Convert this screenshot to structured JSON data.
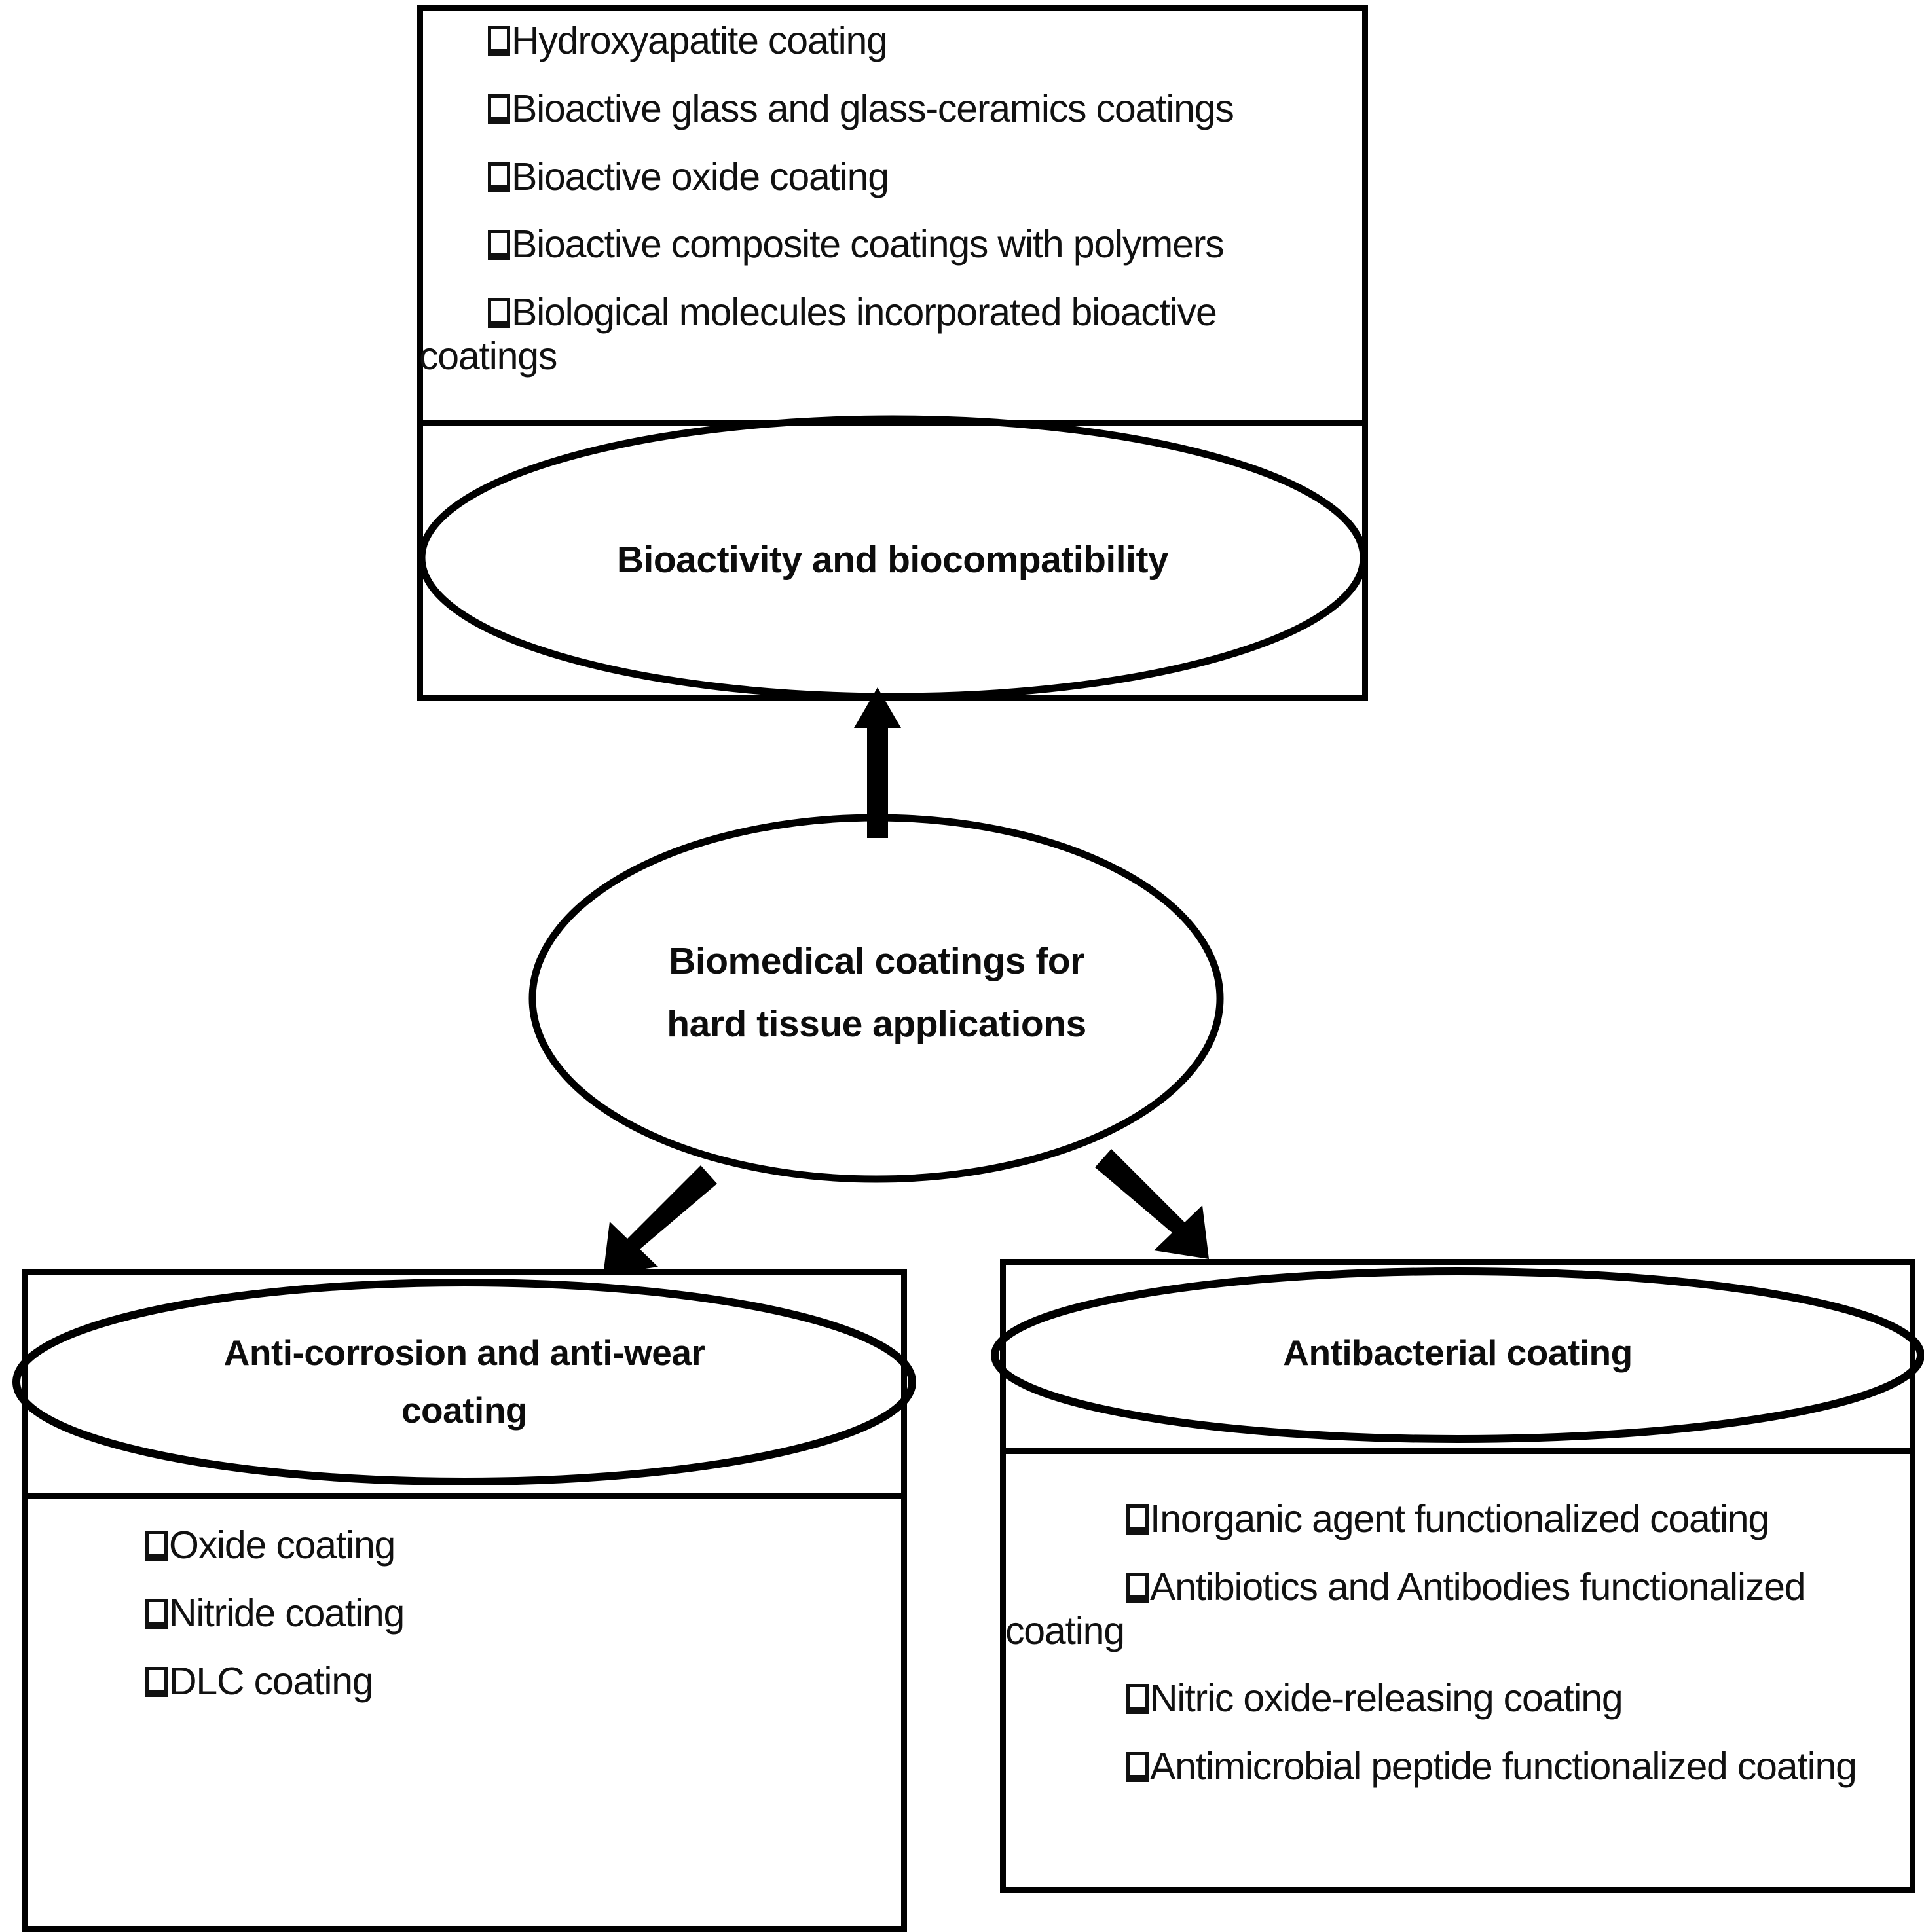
{
  "diagram": {
    "title": "Biomedical coatings for hard tissue applications",
    "center_node": {
      "label_line1": "Biomedical coatings for",
      "label_line2": "hard tissue applications"
    },
    "top_node": {
      "ellipse_label": "Bioactivity and biocompatibility",
      "items": [
        {
          "text": "Hydroxyapatite coating",
          "continuation": ""
        },
        {
          "text": "Bioactive glass and glass-ceramics     coatings",
          "continuation": ""
        },
        {
          "text": "Bioactive oxide  coating",
          "continuation": ""
        },
        {
          "text": "Bioactive composite coatings with polymers",
          "continuation": ""
        },
        {
          "text": "Biological molecules incorporated bioactive",
          "continuation": "coatings"
        }
      ]
    },
    "bottom_left_node": {
      "ellipse_label_line1": "Anti-corrosion and anti-wear",
      "ellipse_label_line2": "coating",
      "items": [
        {
          "text": "Oxide coating",
          "continuation": ""
        },
        {
          "text": "Nitride coating",
          "continuation": ""
        },
        {
          "text": "DLC coating",
          "continuation": ""
        }
      ]
    },
    "bottom_right_node": {
      "ellipse_label": "Antibacterial coating",
      "items": [
        {
          "text": "Inorganic agent functionalized coating",
          "continuation": ""
        },
        {
          "text": "Antibiotics and Antibodies functionalized",
          "continuation": "coating"
        },
        {
          "text": "Nitric oxide-releasing  coating",
          "continuation": ""
        },
        {
          "text": "Antimicrobial peptide functionalized coating",
          "continuation": ""
        }
      ]
    },
    "connectors": [
      {
        "name": "center-to-top",
        "direction": "up",
        "from": "center_node",
        "to": "top_node"
      },
      {
        "name": "center-to-bottom-left",
        "direction": "down-left",
        "from": "center_node",
        "to": "bottom_left_node"
      },
      {
        "name": "center-to-bottom-right",
        "direction": "down-right",
        "from": "center_node",
        "to": "bottom_right_node"
      }
    ],
    "colors": {
      "stroke": "#000000",
      "background": "#ffffff",
      "text": "#111111"
    }
  }
}
